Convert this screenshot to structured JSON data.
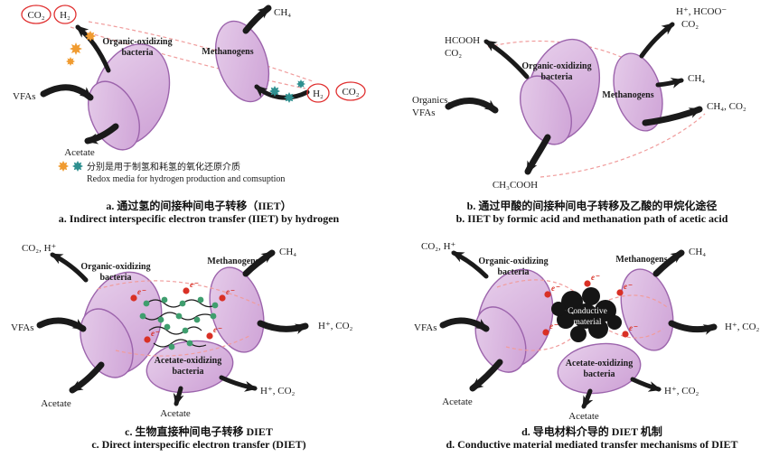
{
  "figure": {
    "colors": {
      "cell_fill": "#d9b8de",
      "cell_stroke": "#9c64ac",
      "arrow_black": "#1a1a1a",
      "dashed_red": "#f09c9c",
      "electron_red": "#d93025",
      "star_orange": "#f09b30",
      "star_teal": "#2e8f8f",
      "green_dot": "#3f9e6e"
    },
    "panel_a": {
      "labels": {
        "co2_circled_top": "CO₂",
        "h2_circled_top": "H₂",
        "organic_bacteria_line1": "Organic-oxidizing",
        "organic_bacteria_line2": "bacteria",
        "methanogens": "Methanogens",
        "ch4": "CH₄",
        "h2_circled_right": "H₂",
        "co2_circled_right": "CO₂",
        "vfas": "VFAs",
        "acetate": "Acetate",
        "legend_cn": "分别是用于制氢和耗氢的氧化还原介质",
        "legend_en": "Redox media for hydrogen production and comsuption"
      },
      "caption_cn": "a. 通过氢的间接种间电子转移（IIET）",
      "caption_en": "a. Indirect interspecific electron transfer (IIET) by hydrogen"
    },
    "panel_b": {
      "labels": {
        "hcooh": "HCOOH",
        "co2_left": "CO₂",
        "organic_bacteria_line1": "Organic-oxidizing",
        "organic_bacteria_line2": "bacteria",
        "products_top": "H⁺, HCOO⁻",
        "co2_top": "CO₂",
        "methanogens": "Methanogens",
        "ch4": "CH₄",
        "ch4_co2": "CH₄, CO₂",
        "organics": "Organics,",
        "vfas": "VFAs",
        "ch3cooh": "CH₃COOH"
      },
      "caption_cn": "b. 通过甲酸的间接种间电子转移及乙酸的甲烷化途径",
      "caption_en": "b. IIET by formic acid and methanation path of acetic acid"
    },
    "panel_c": {
      "labels": {
        "co2_h": "CO₂, H⁺",
        "organic_bacteria_line1": "Organic-oxidizing",
        "organic_bacteria_line2": "bacteria",
        "methanogens": "Methanogens",
        "ch4": "CH₄",
        "vfas": "VFAs",
        "h_co2_right": "H⁺, CO₂",
        "acetate_oxidizing_line1": "Acetate-oxidizing",
        "acetate_oxidizing_line2": "bacteria",
        "acetate_left": "Acetate",
        "acetate_bottom": "Acetate",
        "h_co2_bottom": "H⁺, CO₂",
        "electron": "e⁻"
      },
      "caption_cn": "c. 生物直接种间电子转移 DIET",
      "caption_en": "c. Direct interspecific electron transfer (DIET)"
    },
    "panel_d": {
      "labels": {
        "co2_h": "CO₂, H⁺",
        "organic_bacteria_line1": "Organic-oxidizing",
        "organic_bacteria_line2": "bacteria",
        "methanogens": "Methanogens",
        "ch4": "CH₄",
        "conductive_line1": "Conductive",
        "conductive_line2": "material",
        "vfas": "VFAs",
        "h_co2_right": "H⁺, CO₂",
        "acetate_oxidizing_line1": "Acetate-oxidizing",
        "acetate_oxidizing_line2": "bacteria",
        "acetate_left": "Acetate",
        "acetate_bottom": "Acetate",
        "h_co2_bottom": "H⁺, CO₂",
        "electron": "e⁻"
      },
      "caption_cn": "d. 导电材料介导的 DIET 机制",
      "caption_en": "d. Conductive material mediated transfer mechanisms of DIET"
    }
  }
}
